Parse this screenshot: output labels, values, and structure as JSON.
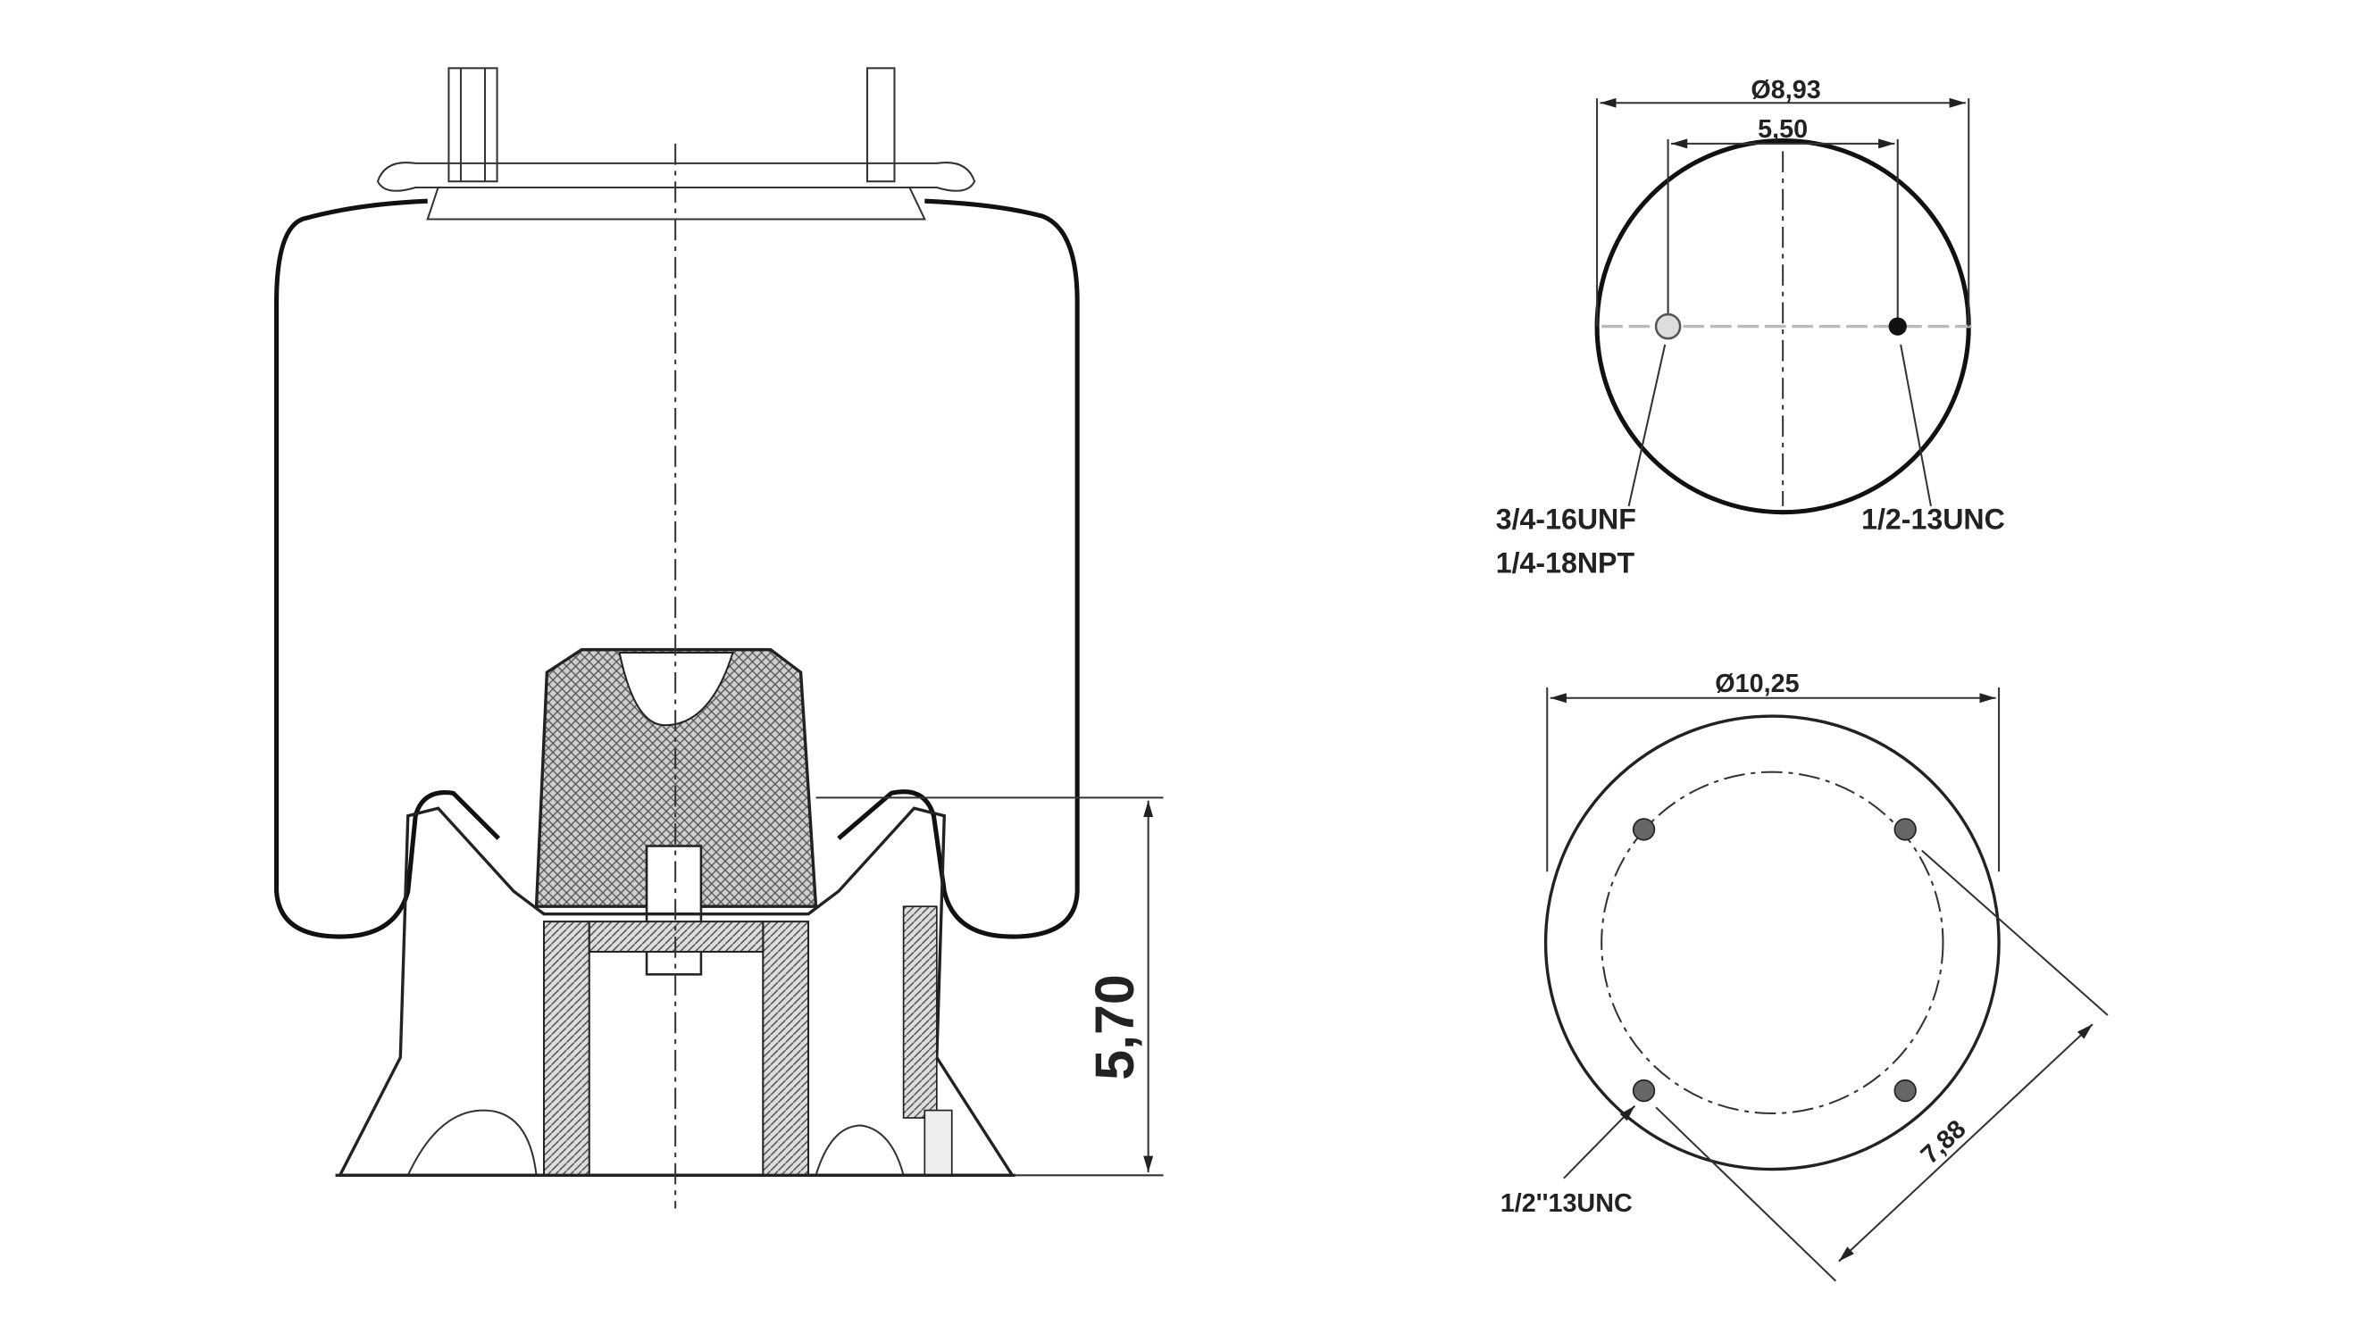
{
  "side_view": {
    "height_dimension": "5,70"
  },
  "top_view": {
    "outer_diameter": "Ø8,93",
    "stud_spacing": "5,50",
    "air_fitting_label_1": "3/4-16UNF",
    "air_fitting_label_2": "1/4-18NPT",
    "stud_thread_label": "1/2-13UNC"
  },
  "bottom_view": {
    "outer_diameter": "Ø10,25",
    "bolt_circle": "7,88",
    "bolt_thread_label": "1/2''13UNC"
  }
}
